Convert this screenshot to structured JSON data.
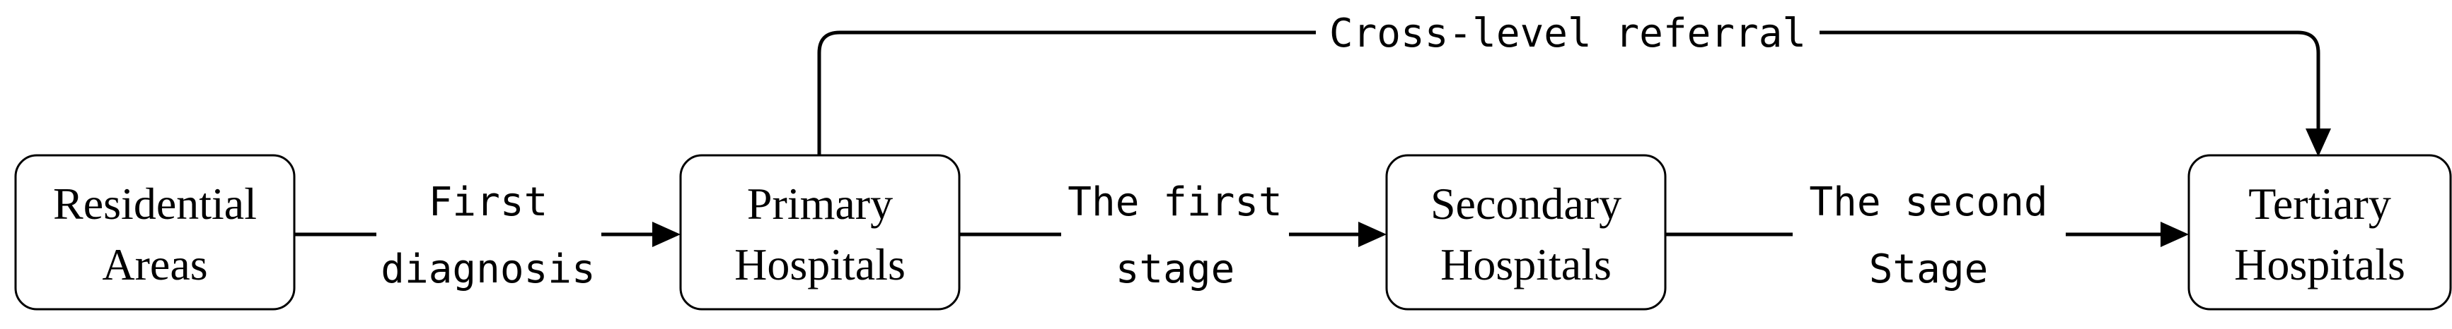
{
  "nodes": {
    "residential": {
      "line1": "Residential",
      "line2": "Areas"
    },
    "primary": {
      "line1": "Primary",
      "line2": "Hospitals"
    },
    "secondary": {
      "line1": "Secondary",
      "line2": "Hospitals"
    },
    "tertiary": {
      "line1": "Tertiary",
      "line2": "Hospitals"
    }
  },
  "edges": {
    "first_diagnosis": {
      "line1": "First",
      "line2": "diagnosis"
    },
    "first_stage": {
      "line1": "The first",
      "line2": "stage"
    },
    "second_stage": {
      "line1": "The second",
      "line2": "Stage"
    },
    "cross_level": {
      "label": "Cross-level referral"
    }
  }
}
